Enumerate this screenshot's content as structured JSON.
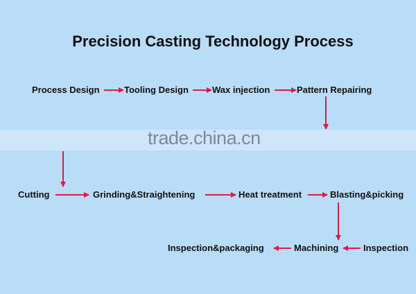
{
  "title": "Precision Casting Technology Process",
  "watermark": "trade.china.cn",
  "arrow_color": "#e0194a",
  "steps": {
    "process_design": "Process Design",
    "tooling_design": "Tooling Design",
    "wax_injection": "Wax injection",
    "pattern_repairing": "Pattern Repairing",
    "cutting": "Cutting",
    "grinding": "Grinding&Straightening",
    "heat_treatment": "Heat treatment",
    "blasting": "Blasting&picking",
    "inspection_packaging": "Inspection&packaging",
    "machining": "Machining",
    "inspection": "Inspection"
  }
}
